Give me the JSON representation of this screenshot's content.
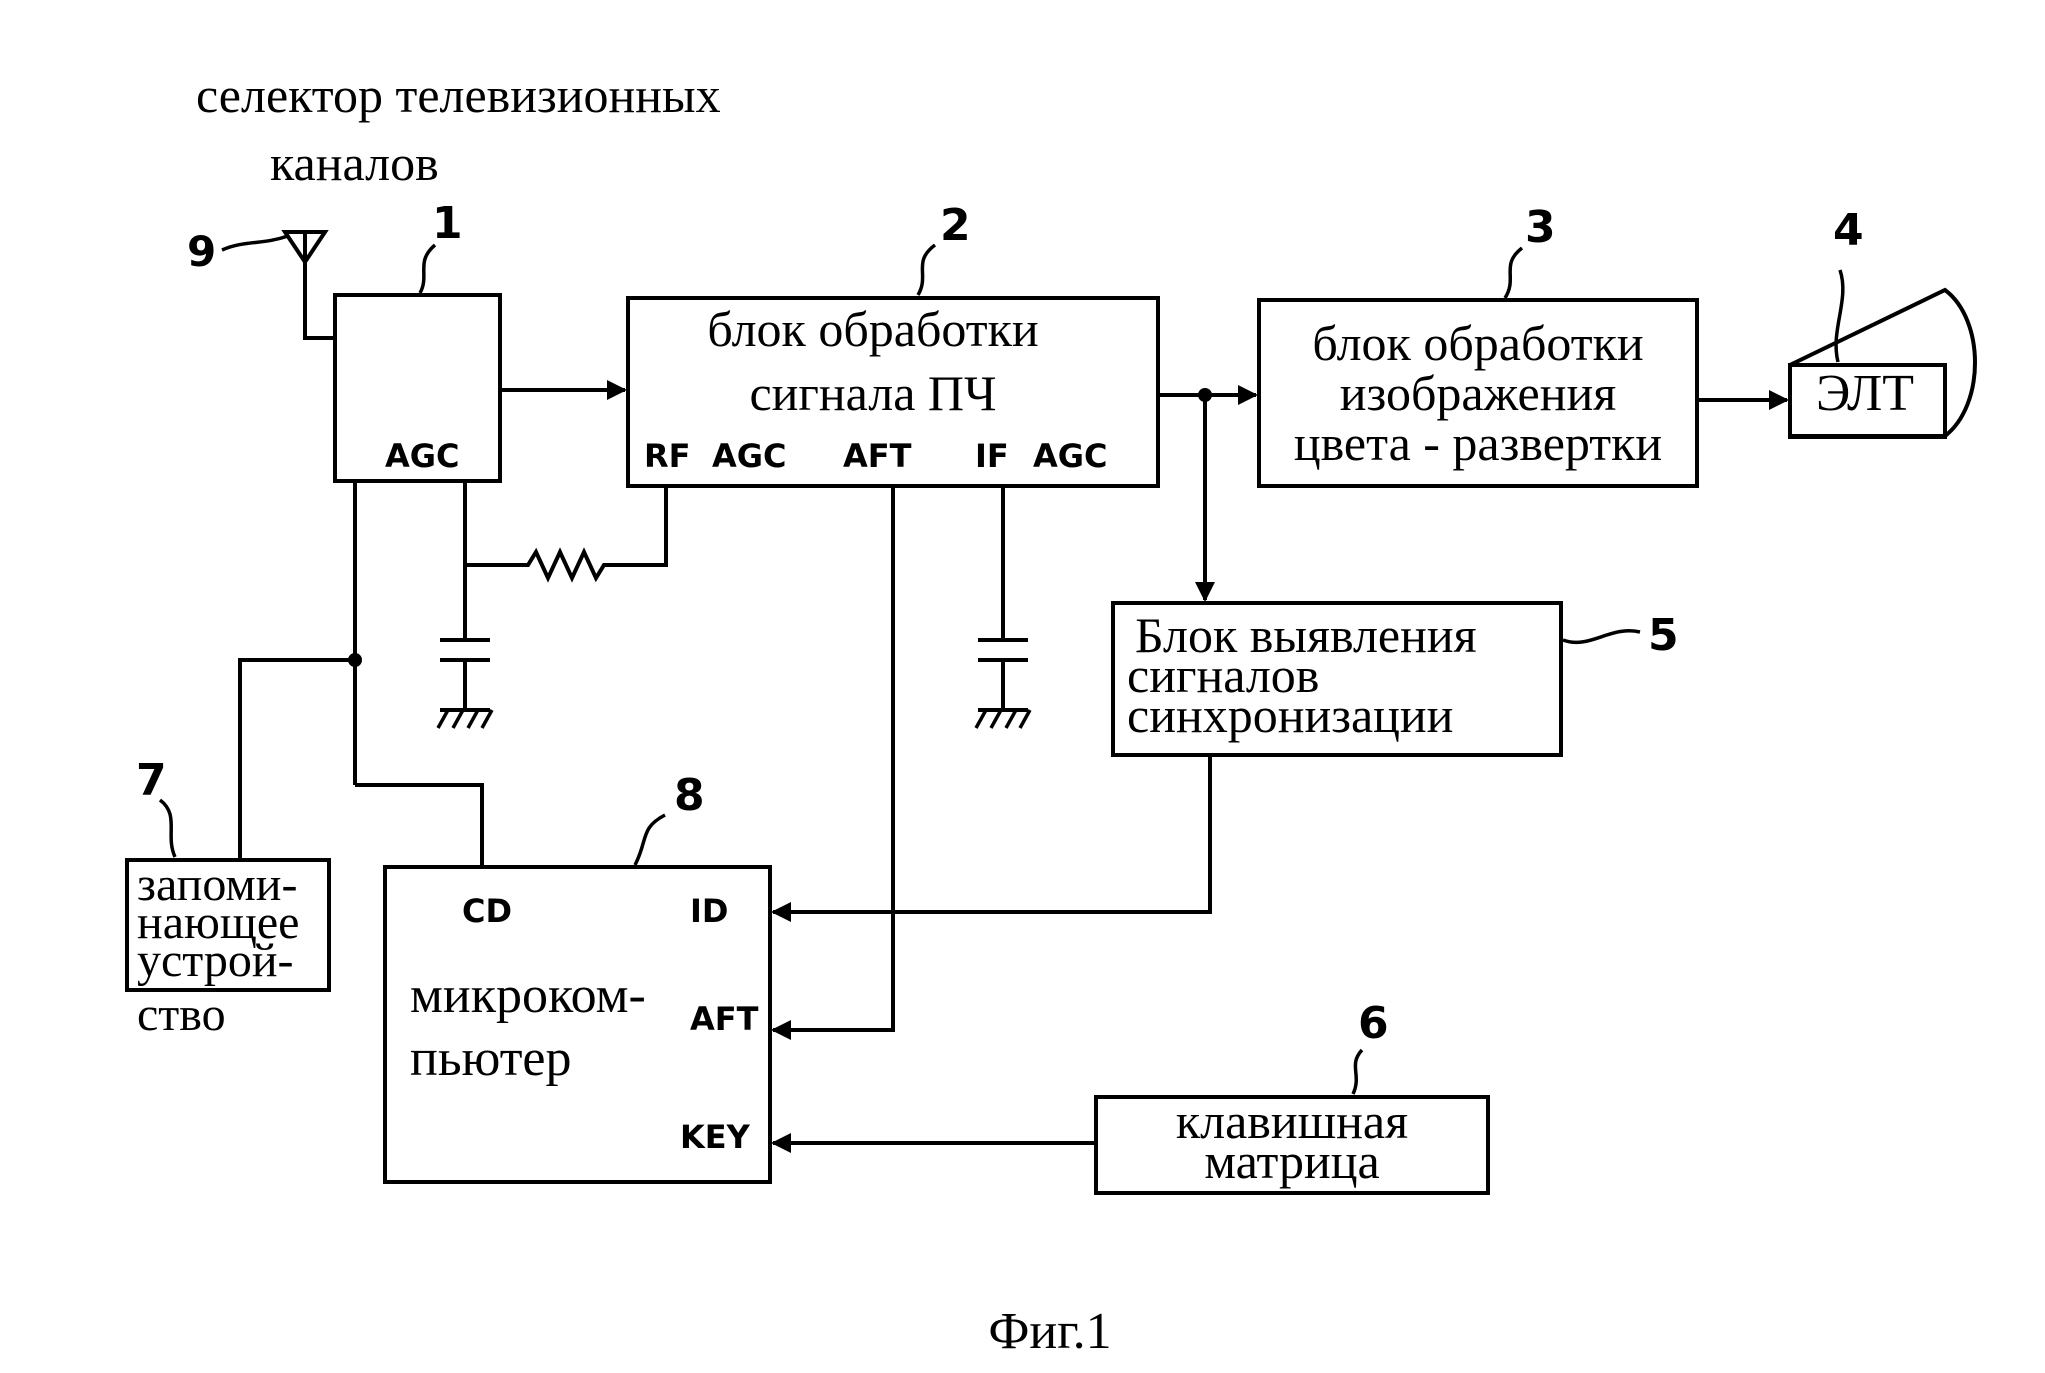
{
  "selector_caption": [
    "селектор телевизионных",
    "каналов"
  ],
  "antenna_number": "9",
  "tuner": {
    "number": "1",
    "pin_agc": "AGC"
  },
  "if_block": {
    "number": "2",
    "lines": [
      "блок обработки",
      "сигнала ПЧ"
    ],
    "pins": {
      "rf": "RF",
      "agc1": "AGC",
      "aft": "AFT",
      "if": "IF",
      "agc2": "AGC"
    }
  },
  "color_block": {
    "number": "3",
    "lines": [
      "блок обработки",
      "изображения",
      "цвета - развертки"
    ]
  },
  "crt": {
    "number": "4",
    "label": "ЭЛТ"
  },
  "sync_block": {
    "number": "5",
    "lines": [
      "Блок выявления",
      "сигналов",
      "синхронизации"
    ]
  },
  "keyboard": {
    "number": "6",
    "lines": [
      "клавишная",
      "матрица"
    ]
  },
  "memory": {
    "number": "7",
    "lines": [
      "запоми-",
      "нающее",
      "устрой-",
      "ство"
    ]
  },
  "mcu": {
    "number": "8",
    "lines": [
      "микроком-",
      "пьютер"
    ],
    "pins": {
      "cd": "CD",
      "id": "ID",
      "aft": "AFT",
      "key": "KEY"
    }
  },
  "figure_caption": "Фиг.1"
}
